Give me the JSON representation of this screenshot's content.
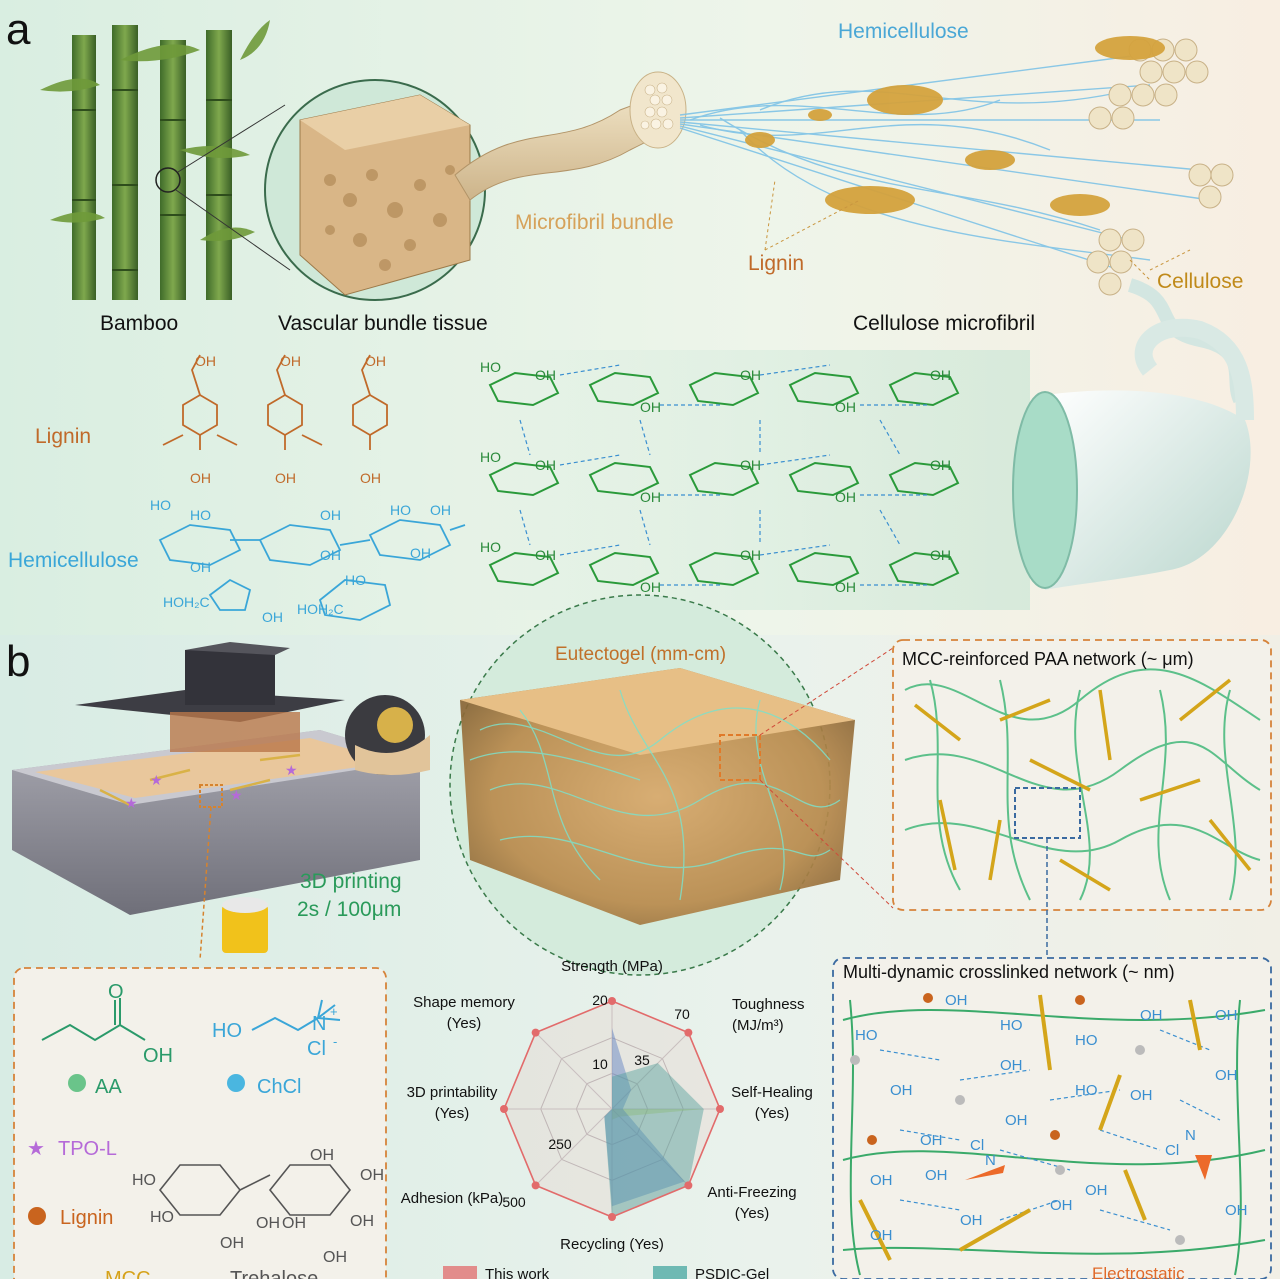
{
  "panel_a": {
    "letter": "a",
    "labels": {
      "bamboo": "Bamboo",
      "vascular": "Vascular bundle tissue",
      "microfibril_bundle": "Microfibril bundle",
      "hemicellulose_top": "Hemicellulose",
      "lignin_top": "Lignin",
      "cellulose": "Cellulose",
      "cellulose_microfibril": "Cellulose microfibril",
      "lignin_chem": "Lignin",
      "hemicellulose_chem": "Hemicellulose"
    },
    "lignin_groups": [
      "OH",
      "OH",
      "OH",
      "OH",
      "OH",
      "OH"
    ],
    "hemi_groups": [
      "HO",
      "HO",
      "OH",
      "OH",
      "OH",
      "OH",
      "HO",
      "HO",
      "HOH₂C",
      "OH",
      "HOH₂C",
      "OH"
    ],
    "cellulose_group": "OH",
    "cellulose_group_ho": "HO"
  },
  "panel_b": {
    "letter": "b",
    "labels": {
      "eutectogel": "Eutectogel (mm-cm)",
      "mcc_network": "MCC-reinforced PAA network (~ μm)",
      "printing_line1": "3D printing",
      "printing_line2": "2s / 100μm",
      "multi_network": "Multi-dynamic crosslinked network (~ nm)",
      "electrostatic": "Electrostatic"
    },
    "components": {
      "aa_formula_o": "O",
      "aa_formula_oh": "OH",
      "aa": "AA",
      "chcl_ho": "HO",
      "chcl_n": "N",
      "chcl_plus": "+",
      "chcl_cl": "Cl",
      "chcl_minus": "-",
      "chcl": "ChCl",
      "tpo": "TPO-L",
      "lignin": "Lignin",
      "mcc": "MCC",
      "trehalose": "Trehalose",
      "sugar_groups": [
        "OH",
        "HO",
        "OH",
        "HO",
        "OH",
        "OH",
        "OH",
        "OH",
        "OH"
      ]
    },
    "network_groups": [
      "HO",
      "OH",
      "HO",
      "OH",
      "OH",
      "OH",
      "HO",
      "OH",
      "OH",
      "OH",
      "OH",
      "OH",
      "HO",
      "Cl",
      "N",
      "OH",
      "OH",
      "OH",
      "OH",
      "OH",
      "OH",
      "Cl",
      "N",
      "OH"
    ]
  },
  "chart_data": {
    "type": "radar",
    "axes": [
      {
        "name": "Strength (MPa)",
        "ticks": [
          "20",
          "10"
        ]
      },
      {
        "name": "Toughness (MJ/m³)",
        "ticks": [
          "70",
          "35"
        ]
      },
      {
        "name": "Self-Healing (Yes)",
        "ticks": []
      },
      {
        "name": "Anti-Freezing (Yes)",
        "ticks": []
      },
      {
        "name": "Recycling (Yes)",
        "ticks": []
      },
      {
        "name": "Adhesion (kPa)",
        "ticks": [
          "500",
          "250"
        ]
      },
      {
        "name": "3D printability (Yes)",
        "ticks": []
      },
      {
        "name": "Shape memory (Yes)",
        "ticks": []
      }
    ],
    "axis_label_lines": [
      [
        "Strength (MPa)"
      ],
      [
        "Toughness",
        "(MJ/m³)"
      ],
      [
        "Self-Healing",
        "(Yes)"
      ],
      [
        "Anti-Freezing",
        "(Yes)"
      ],
      [
        "Recycling (Yes)"
      ],
      [
        "Adhesion (kPa)"
      ],
      [
        "3D printability",
        "(Yes)"
      ],
      [
        "Shape memory",
        "(Yes)"
      ]
    ],
    "series": [
      {
        "name": "This work",
        "color": "#e26b6b",
        "values": [
          1,
          1,
          1,
          1,
          1,
          1,
          1,
          1
        ]
      },
      {
        "name": "PSDIC-Gel",
        "color": "#46a6a0",
        "values": [
          0.3,
          0.6,
          0.85,
          1,
          1,
          0.1,
          0,
          0
        ]
      },
      {
        "name": "",
        "color": "#4d7fc9",
        "values": [
          0.75,
          0.25,
          0.1,
          0.95,
          0.9,
          0.1,
          0,
          0
        ]
      },
      {
        "name": "",
        "color": "#b9d66a",
        "values": [
          0,
          0,
          0.85,
          0.1,
          0.1,
          0,
          0,
          0.95
        ]
      }
    ],
    "legend": [
      "This work",
      "PSDIC-Gel"
    ]
  }
}
